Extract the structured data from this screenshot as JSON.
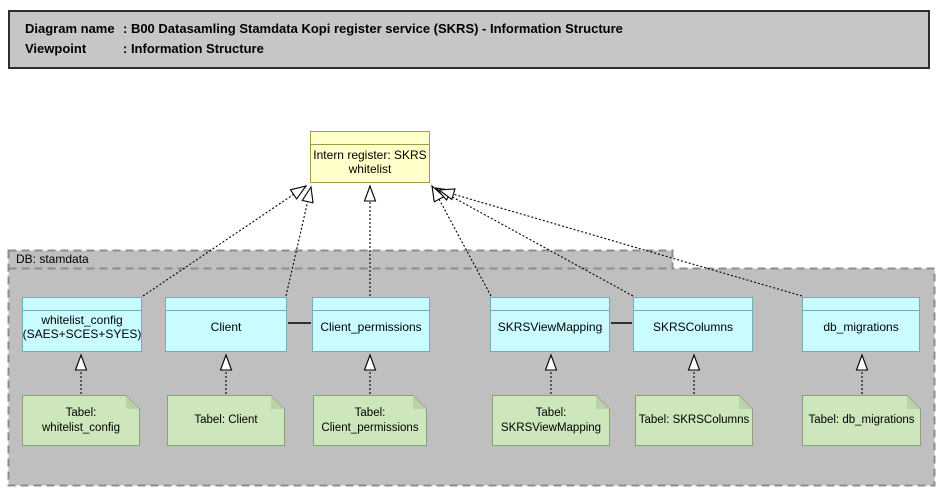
{
  "header": {
    "rows": [
      {
        "label": "Diagram name",
        "value": ": B00 Datasamling Stamdata Kopi register service (SKRS) - Information Structure"
      },
      {
        "label": "Viewpoint",
        "value": ": Information Structure"
      }
    ]
  },
  "register": {
    "label": "Intern register: SKRS\nwhitelist"
  },
  "group": {
    "title": "DB: stamdata"
  },
  "objects": [
    {
      "label": "whitelist_config\n(SAES+SCES+SYES)"
    },
    {
      "label": "Client"
    },
    {
      "label": "Client_permissions"
    },
    {
      "label": "SKRSViewMapping"
    },
    {
      "label": "SKRSColumns"
    },
    {
      "label": "db_migrations"
    }
  ],
  "notes": [
    {
      "label": "Tabel:\nwhitelist_config"
    },
    {
      "label": "Tabel: Client"
    },
    {
      "label": "Tabel:\nClient_permissions"
    },
    {
      "label": "Tabel:\nSKRSViewMapping"
    },
    {
      "label": "Tabel: SKRSColumns"
    },
    {
      "label": "Tabel: db_migrations"
    }
  ],
  "relationships": {
    "realizations_to_register": [
      {
        "from": "whitelist_config (SAES+SCES+SYES)",
        "to": "Intern register: SKRS whitelist",
        "style": "dashed-open-triangle"
      },
      {
        "from": "Client",
        "to": "Intern register: SKRS whitelist",
        "style": "dashed-open-triangle"
      },
      {
        "from": "Client_permissions",
        "to": "Intern register: SKRS whitelist",
        "style": "dashed-open-triangle"
      },
      {
        "from": "SKRSViewMapping",
        "to": "Intern register: SKRS whitelist",
        "style": "dashed-open-triangle"
      },
      {
        "from": "SKRSColumns",
        "to": "Intern register: SKRS whitelist",
        "style": "dashed-open-triangle"
      },
      {
        "from": "db_migrations",
        "to": "Intern register: SKRS whitelist",
        "style": "dashed-open-triangle"
      }
    ],
    "associations": [
      {
        "between": [
          "Client",
          "Client_permissions"
        ],
        "style": "solid"
      },
      {
        "between": [
          "SKRSViewMapping",
          "SKRSColumns"
        ],
        "style": "solid"
      }
    ],
    "note_realizations": [
      {
        "from": "Tabel: whitelist_config",
        "to": "whitelist_config (SAES+SCES+SYES)",
        "style": "dashed-open-triangle"
      },
      {
        "from": "Tabel: Client",
        "to": "Client",
        "style": "dashed-open-triangle"
      },
      {
        "from": "Tabel: Client_permissions",
        "to": "Client_permissions",
        "style": "dashed-open-triangle"
      },
      {
        "from": "Tabel: SKRSViewMapping",
        "to": "SKRSViewMapping",
        "style": "dashed-open-triangle"
      },
      {
        "from": "Tabel: SKRSColumns",
        "to": "SKRSColumns",
        "style": "dashed-open-triangle"
      },
      {
        "from": "Tabel: db_migrations",
        "to": "db_migrations",
        "style": "dashed-open-triangle"
      }
    ]
  },
  "colors": {
    "register_fill": "#FFFFC9",
    "register_border": "#9C9C46",
    "object_fill": "#C9FCFF",
    "object_border": "#6FAFB5",
    "note_fill": "#CDE6BC",
    "note_border": "#8A9E78",
    "note_fold": "#B9D3A4",
    "group_fill": "#BFBFBF",
    "group_border": "#8C8C8C",
    "header_fill": "#C6C6C6",
    "connector": "#000000"
  }
}
